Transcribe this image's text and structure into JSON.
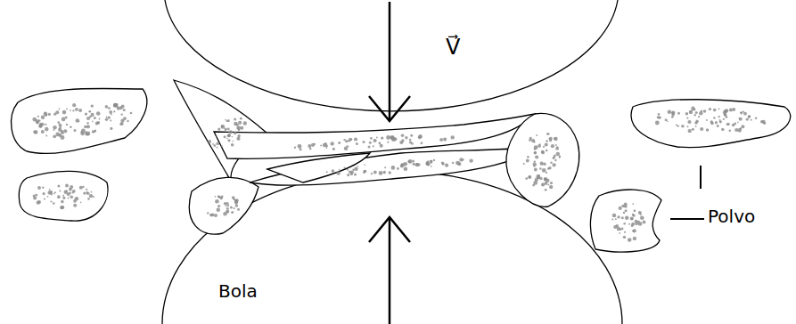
{
  "diagram": {
    "labels": [
      "V⃗",
      "Polvo",
      "Bola"
    ]
  }
}
